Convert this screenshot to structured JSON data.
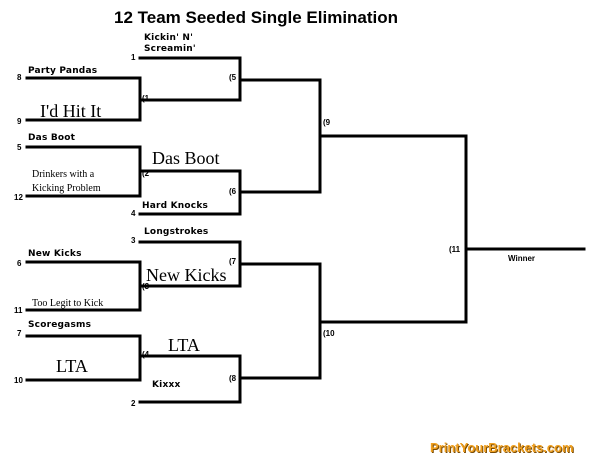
{
  "title": "12 Team Seeded Single Elimination",
  "brand": "PrintYourBrackets.com",
  "winner_label": "Winner",
  "colors": {
    "line": "#000000",
    "brand": "#f0a020"
  },
  "seeds": {
    "s1": "1",
    "s8": "8",
    "s9": "9",
    "s5": "5",
    "s12": "12",
    "s4": "4",
    "s3": "3",
    "s6": "6",
    "s11": "11",
    "s7": "7",
    "s10": "10",
    "s2": "2"
  },
  "games": {
    "g1": "(1",
    "g2": "(2",
    "g3": "(3",
    "g4": "(4",
    "g5": "(5",
    "g6": "(6",
    "g7": "(7",
    "g8": "(8",
    "g9": "(9",
    "g10": "(10",
    "g11": "(11"
  },
  "teams": {
    "kickin_line1": "Kickin' N'",
    "kickin_line2": "Screamin'",
    "party_pandas": "Party Pandas",
    "id_hit_it": "I'd Hit It",
    "das_boot_seed": "Das Boot",
    "drinkers_line1": "Drinkers with a",
    "drinkers_line2": "Kicking Problem",
    "das_boot_winner": "Das Boot",
    "hard_knocks": "Hard Knocks",
    "longstrokes": "Longstrokes",
    "new_kicks_seed": "New Kicks",
    "new_kicks_winner": "New Kicks",
    "too_legit": "Too Legit to Kick",
    "scoregasms": "Scoregasms",
    "lta_seed": "LTA",
    "lta_winner": "LTA",
    "kixxx": "Kixxx"
  }
}
